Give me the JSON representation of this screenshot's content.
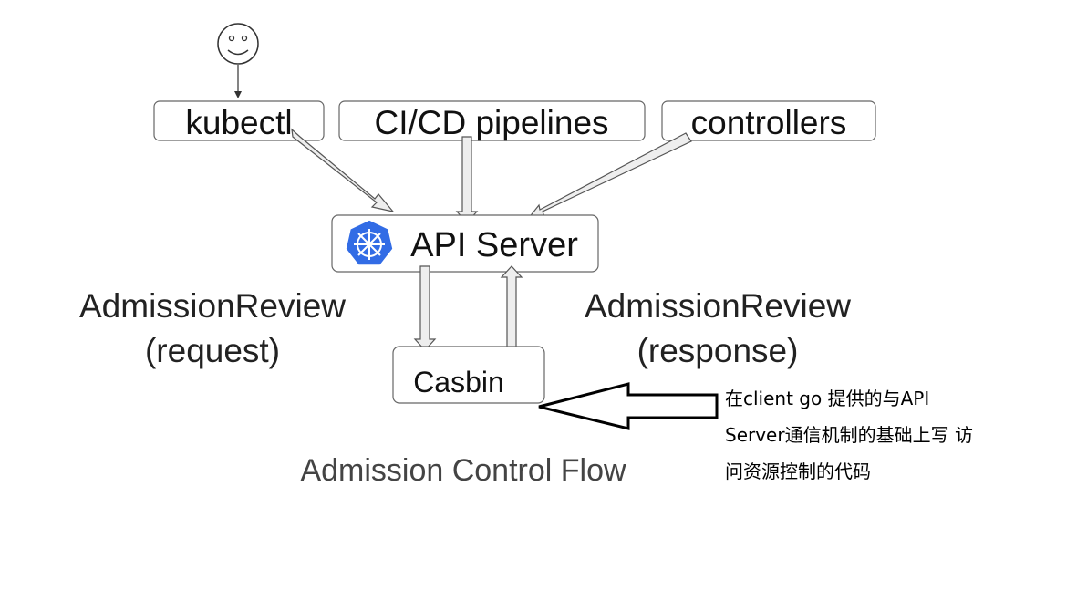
{
  "diagram": {
    "clients": {
      "kubectl": "kubectl",
      "cicd": "CI/CD pipelines",
      "controllers": "controllers"
    },
    "api_server": {
      "label": "API Server"
    },
    "casbin": {
      "label": "Casbin"
    },
    "review_request": {
      "line1": "AdmissionReview",
      "line2": "(request)"
    },
    "review_response": {
      "line1": "AdmissionReview",
      "line2": "(response)"
    },
    "caption": "Admission Control Flow",
    "note": {
      "line1": "在client go 提供的与API",
      "line2": "Server通信机制的基础上写 访",
      "line3": "问资源控制的代码"
    }
  },
  "colors": {
    "kubernetes_logo": "#326ce5",
    "arrow_fill": "#eeeeee",
    "arrow_stroke": "#555555",
    "box_stroke": "#666666"
  },
  "icons": {
    "user": "smiley-face-icon",
    "api_server_logo": "kubernetes-helm-icon"
  }
}
